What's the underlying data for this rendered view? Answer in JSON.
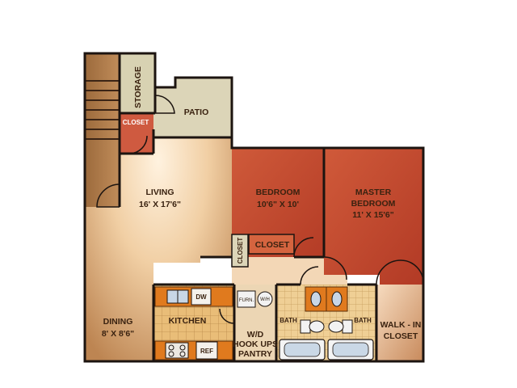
{
  "rooms": {
    "storage": {
      "name": "STORAGE"
    },
    "patio": {
      "name": "PATIO"
    },
    "closet_entry": {
      "name": "CLOSET"
    },
    "living": {
      "name": "LIVING",
      "size": "16' X 17'6\""
    },
    "bedroom": {
      "name": "BEDROOM",
      "size": "10'6\" X 10'"
    },
    "master": {
      "name_line1": "MASTER",
      "name_line2": "BEDROOM",
      "size": "11' X 15'6\""
    },
    "closet_vertical": {
      "name": "CLOSET"
    },
    "closet_bedroom": {
      "name": "CLOSET"
    },
    "dining": {
      "name": "DINING",
      "size": "8' X 8'6\""
    },
    "kitchen": {
      "name": "KITCHEN"
    },
    "wd": {
      "line1": "W/D",
      "line2": "HOOK UPS",
      "line3": "PANTRY"
    },
    "bath_left": {
      "name": "BATH"
    },
    "bath_right": {
      "name": "BATH"
    },
    "walkin": {
      "line1": "WALK - IN",
      "line2": "CLOSET"
    }
  },
  "appliances": {
    "dishwasher": "DW",
    "refrigerator": "REF",
    "furnace": "FURN.",
    "water_heater": "W/H"
  },
  "colors": {
    "living_light": "#fae3c6",
    "living_dark": "#c08a56",
    "bedroom": "#c4482f",
    "master": "#c64a30",
    "patio": "#dcd5b8",
    "tile": "#e6b870",
    "counter": "#e07a1e",
    "wood": "#b07a48"
  }
}
